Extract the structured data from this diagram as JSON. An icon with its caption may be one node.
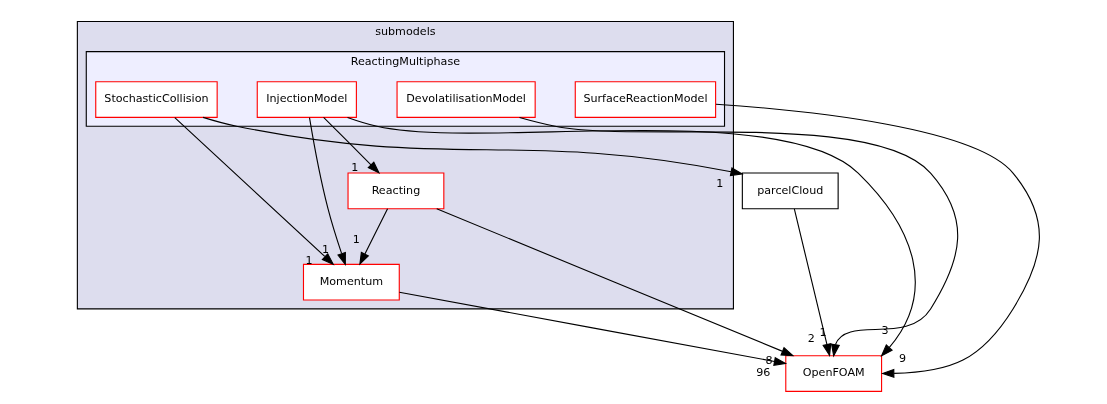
{
  "diagram": {
    "nodes": [
      {
        "text": [
          "submodels"
        ]
      },
      {
        "text": [
          "ReactingMultiphase"
        ],
        "in": 0
      },
      {
        "text": [
          "InjectionModel"
        ],
        "in": 1
      },
      {
        "text": [
          "StochasticCollision"
        ],
        "in": 1
      },
      {
        "text": [
          "DevolatilisationModel"
        ],
        "in": 1
      },
      {
        "text": [
          "SurfaceReactionModel"
        ],
        "in": 1
      },
      {
        "text": [
          "Reacting"
        ],
        "in": 0
      },
      {
        "text": [
          "Momentum"
        ],
        "in": 0
      },
      {
        "text": [
          "parcelCloud"
        ]
      },
      {
        "text": [
          "OpenFOAM"
        ]
      }
    ],
    "edges": [
      {
        "from": 2,
        "to": 6,
        "arrow": "to",
        "label": "1"
      },
      {
        "from": 2,
        "to": 7,
        "arrow": "to",
        "label": "1"
      },
      {
        "from": 2,
        "to": 9,
        "arrow": "to",
        "label": "3"
      },
      {
        "from": 3,
        "to": 7,
        "arrow": "to",
        "label": "1"
      },
      {
        "from": 3,
        "to": 8,
        "arrow": "to",
        "label": "1"
      },
      {
        "from": 4,
        "to": 9,
        "arrow": "to",
        "label": "1"
      },
      {
        "from": 5,
        "to": 9,
        "arrow": "to",
        "label": "9"
      },
      {
        "from": 6,
        "to": 7,
        "arrow": "to",
        "label": "1"
      },
      {
        "from": 6,
        "to": 9,
        "arrow": "to",
        "label": "8"
      },
      {
        "from": 7,
        "to": 9,
        "arrow": "to",
        "label": "96"
      },
      {
        "from": 8,
        "to": 9,
        "arrow": "to",
        "label": "2"
      }
    ]
  }
}
